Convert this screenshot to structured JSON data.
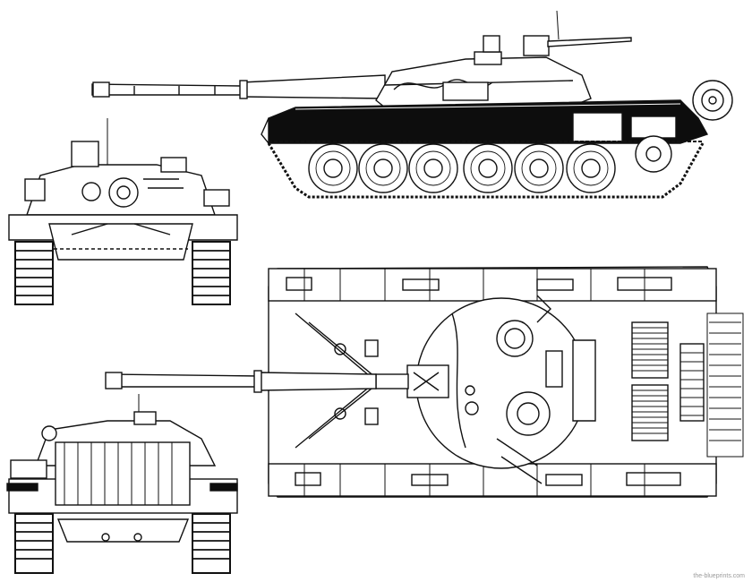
{
  "sheet": {
    "views": [
      "side-view",
      "front-view",
      "top-view",
      "rear-view"
    ]
  },
  "watermark": {
    "text": "the-blueprints.com"
  },
  "colors": {
    "ink": "#111111",
    "hull_fill": "#0d0d0d",
    "paper": "#ffffff"
  }
}
